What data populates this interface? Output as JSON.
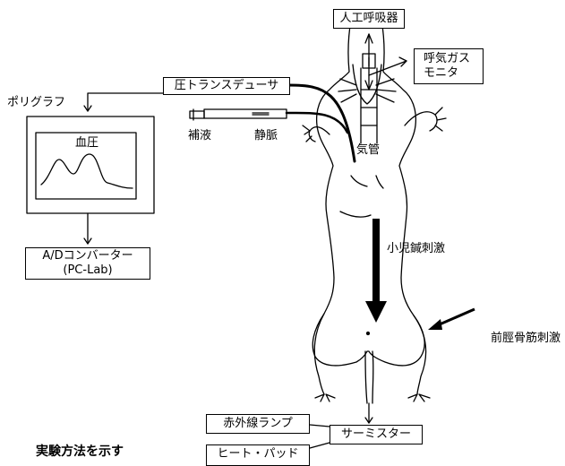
{
  "labels": {
    "ventilator": "人工呼吸器",
    "exhaled_gas_monitor_line1": "呼気ガス",
    "exhaled_gas_monitor_line2": "モニタ",
    "pressure_transducer": "圧トランスデューサ",
    "polygraph": "ポリグラフ",
    "blood_pressure": "血圧",
    "infusion": "補液",
    "vein": "静脈",
    "trachea": "気管",
    "ad_converter_line1": "A/Dコンバーター",
    "ad_converter_line2": "(PC-Lab)",
    "cerebellar_stimulation": "小児鍼刺激",
    "tibialis_stimulation": "前脛骨筋刺激",
    "infrared_lamp": "赤外線ランプ",
    "thermistor": "サーミスター",
    "heat_pad": "ヒート・パッド"
  },
  "caption": "実験方法を示す"
}
